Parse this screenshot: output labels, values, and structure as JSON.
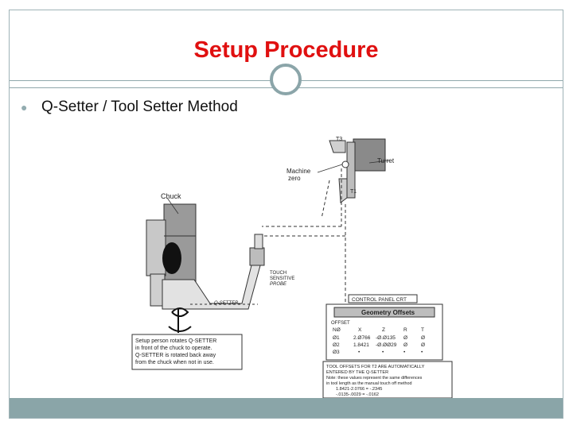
{
  "slide": {
    "title": "Setup Procedure",
    "bullet": "Q-Setter / Tool Setter Method"
  },
  "figure": {
    "labels": {
      "t3": "T3",
      "turret": "Turret",
      "machine": "Machine",
      "zero": "zero",
      "t1": "T1",
      "chuck": "Chuck",
      "touch": "TOUCH",
      "sensitive": "SENSITIVE",
      "probe": "PROBE",
      "qsetter": "Q-SETTER",
      "control_panel": "CONTROL PANEL CRT"
    },
    "offsets_panel": {
      "title": "Geometry Offsets",
      "offset_label": "OFFSET",
      "headers": [
        "NØ",
        "X",
        "Z",
        "R",
        "T"
      ],
      "rows": [
        [
          "Ø1",
          "2.Ø766",
          "-Ø.Ø135",
          "Ø",
          "Ø"
        ],
        [
          "Ø2",
          "1.8421",
          "-Ø.ØØ29",
          "Ø",
          "Ø"
        ],
        [
          "Ø3",
          "•",
          "•",
          "•",
          "•"
        ]
      ]
    },
    "left_note": [
      "Setup person rotates Q-SETTER",
      "in front of the chuck to operate.",
      "Q-SETTER is rotated back away",
      "from the chuck when not in use."
    ],
    "bottom_note": [
      "TOOL OFFSETS FOR T2 ARE AUTOMATICALLY",
      "ENTERED BY THE Q-SETTER",
      "Note: these values represent the same differences",
      "in tool length as the manual touch off method",
      "1.8421-2.0766   = -.2345",
      "-.0135-.0029    = -.0162"
    ]
  },
  "colors": {
    "title": "#e01010",
    "accent": "#8aa5a8"
  }
}
